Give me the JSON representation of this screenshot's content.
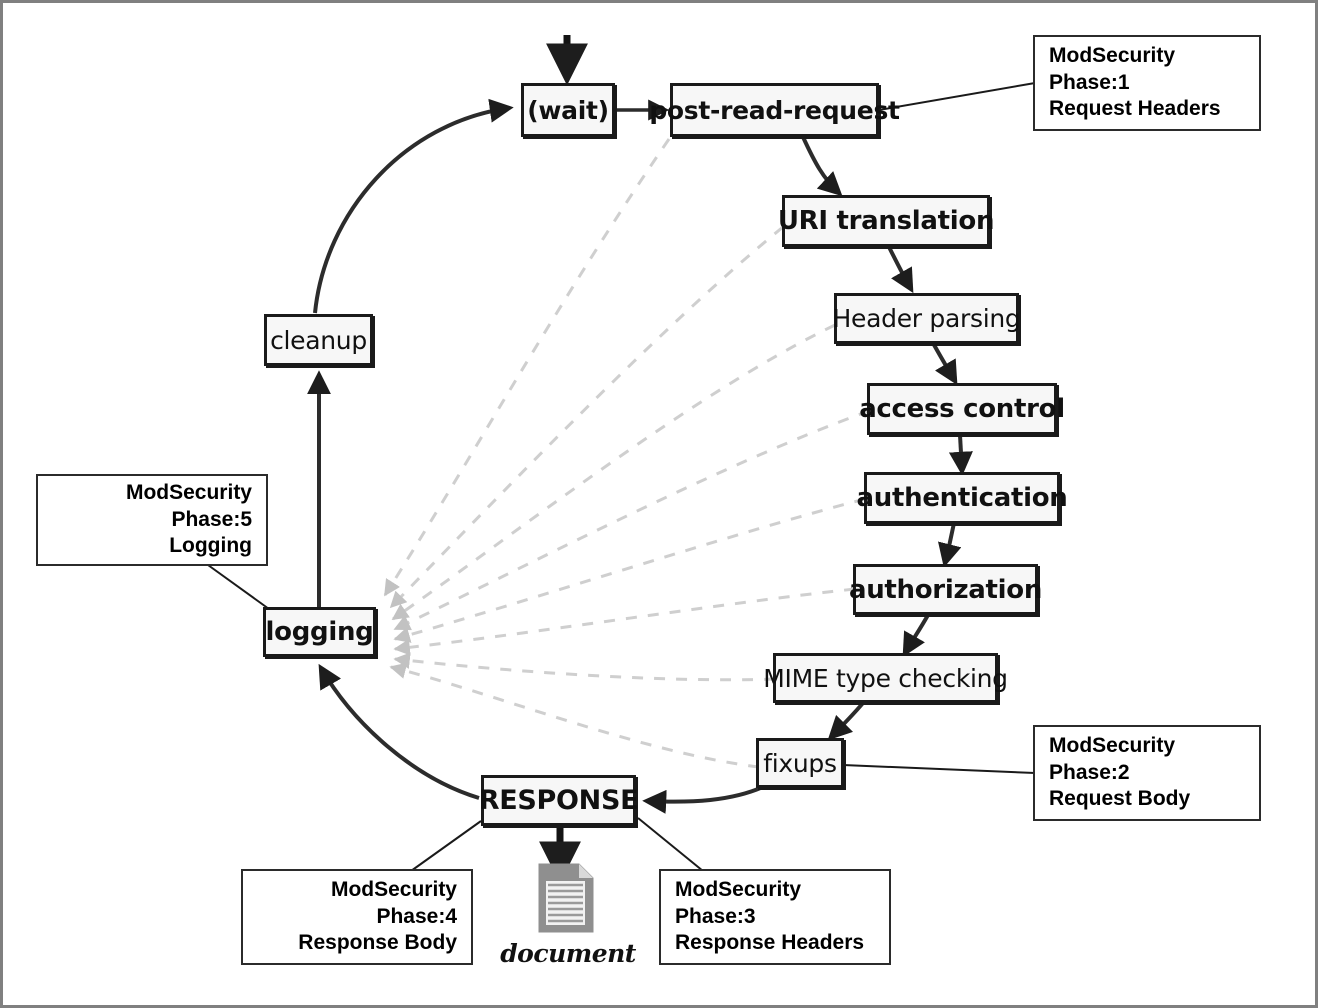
{
  "diagram": {
    "title": "Apache request processing lifecycle with ModSecurity phases",
    "background": "#ffffff",
    "frame_color": "#808080",
    "node_fill": "#f7f7f7",
    "node_border": "#1a1a1a",
    "solid_edge_color": "#333333",
    "dashed_edge_color": "#cccccc"
  },
  "nodes": [
    {
      "id": "wait",
      "label": "(wait)",
      "bold": true,
      "font_size": 25
    },
    {
      "id": "post_read",
      "label": "post-read-request",
      "bold": true,
      "font_size": 25
    },
    {
      "id": "uri",
      "label": "URI translation",
      "bold": true,
      "font_size": 26
    },
    {
      "id": "header",
      "label": "Header parsing",
      "bold": false,
      "font_size": 25
    },
    {
      "id": "access",
      "label": "access control",
      "bold": true,
      "font_size": 26
    },
    {
      "id": "authn",
      "label": "authentication",
      "bold": true,
      "font_size": 26
    },
    {
      "id": "authz",
      "label": "authorization",
      "bold": true,
      "font_size": 26
    },
    {
      "id": "mime",
      "label": "MIME type checking",
      "bold": false,
      "font_size": 25
    },
    {
      "id": "fixups",
      "label": "fixups",
      "bold": false,
      "font_size": 25
    },
    {
      "id": "response",
      "label": "RESPONSE",
      "bold": true,
      "font_size": 27
    },
    {
      "id": "logging",
      "label": "logging",
      "bold": true,
      "font_size": 26
    },
    {
      "id": "cleanup",
      "label": "cleanup",
      "bold": false,
      "font_size": 25
    }
  ],
  "callouts": [
    {
      "id": "phase1",
      "line1": "ModSecurity Phase:1",
      "line2": "Request Headers",
      "align": "left"
    },
    {
      "id": "phase2",
      "line1": "ModSecurity Phase:2",
      "line2": "Request Body",
      "align": "left"
    },
    {
      "id": "phase3",
      "line1": "ModSecurity Phase:3",
      "line2": "Response Headers",
      "align": "left"
    },
    {
      "id": "phase4",
      "line1": "ModSecurity Phase:4",
      "line2": "Response Body",
      "align": "right"
    },
    {
      "id": "phase5",
      "line1": "ModSecurity Phase:5",
      "line2": "Logging",
      "align": "right"
    }
  ],
  "document_icon": {
    "label": "document",
    "icon": "document-page-icon",
    "color": "#8c8c8c"
  },
  "flow_order": [
    "wait",
    "post-read-request",
    "URI translation",
    "Header parsing",
    "access control",
    "authentication",
    "authorization",
    "MIME type checking",
    "fixups",
    "RESPONSE",
    "logging",
    "cleanup",
    "wait"
  ],
  "logging_sources": [
    "post-read-request",
    "URI translation",
    "Header parsing",
    "access control",
    "authentication",
    "authorization",
    "MIME type checking",
    "fixups"
  ]
}
